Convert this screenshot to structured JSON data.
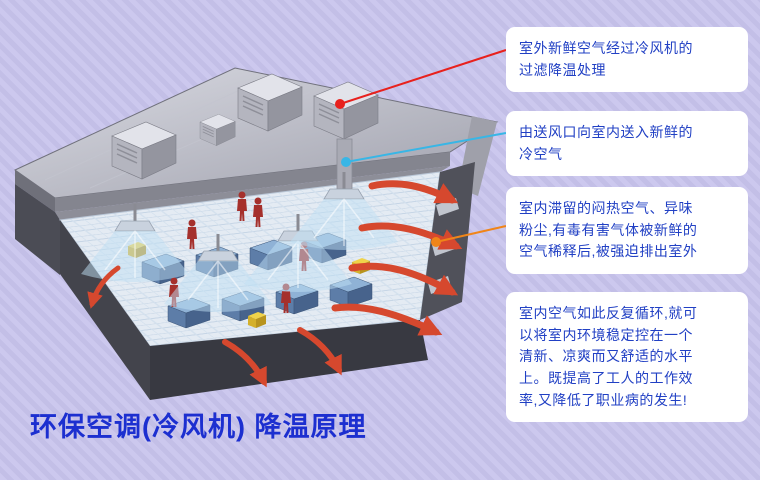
{
  "title": "环保空调(冷风机) 降温原理",
  "callouts": [
    {
      "text": "室外新鲜空气经过冷风机的\n过滤降温处理",
      "connector_color": "#e8211d"
    },
    {
      "text": "由送风口向室内送入新鲜的\n冷空气",
      "connector_color": "#38b6e6"
    },
    {
      "text": "室内滞留的闷热空气、异味\n粉尘,有毒有害气体被新鲜的\n空气稀释后,被强迫排出室外",
      "connector_color": "#f08519"
    },
    {
      "text": "室内空气如此反复循环,就可\n以将室内环境稳定控在一个\n清新、凉爽而又舒适的水平\n上。既提高了工人的工作效\n率,又降低了职业病的发生!",
      "connector_color": ""
    }
  ],
  "colors": {
    "background_stripe_light": "#ccc8ee",
    "background_stripe_dark": "#c3bfe7",
    "callout_background": "#ffffff",
    "callout_text": "#2140c4",
    "title_text": "#1c2fd0",
    "connector_red": "#e8211d",
    "connector_cyan": "#38b6e6",
    "connector_orange": "#f08519",
    "exhaust_arrow": "#d6482e",
    "cool_air": "#bfe0f4",
    "roof_gray": "#b6b7c2",
    "wall_dark": "#43444c"
  },
  "illustration": {
    "type": "isometric-factory-cutaway",
    "elements": [
      "rooftop-cooling-unit",
      "supply-duct",
      "air-diffuser",
      "cool-air-cone",
      "workshop-floor",
      "machine-bench",
      "worker-figure",
      "exhaust-arrow",
      "wall-vent",
      "front-wall-slab",
      "right-wall"
    ]
  }
}
